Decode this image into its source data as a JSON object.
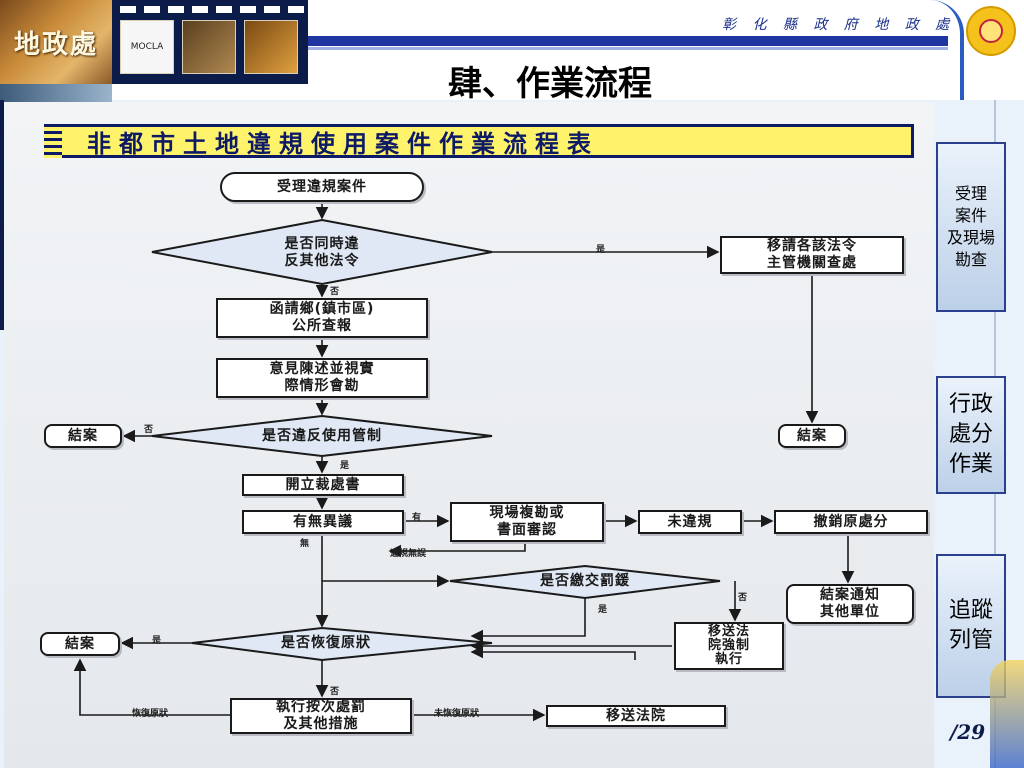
{
  "header": {
    "org_name": "彰 化 縣 政 府 地 政 處",
    "logo_text": "地政處",
    "slide_title": "肆、作業流程",
    "film_frames": [
      "MOCLA",
      "",
      ""
    ]
  },
  "diagram": {
    "banner": "非都市土地違規使用案件作業流程表",
    "nodes": {
      "n_receive": "受理違規案件",
      "n_other_law": "是否同時違\n反其他法令",
      "n_transfer": "移請各該法令\n主管機關查處",
      "n_letter": "函請鄉(鎮市區)\n公所查報",
      "n_opinion": "意見陳述並視實\n際情形會勘",
      "n_violate": "是否違反使用管制",
      "n_close1": "結案",
      "n_close2": "結案",
      "n_penalty_doc": "開立裁處書",
      "n_objection": "有無異議",
      "n_review": "現場複勘或\n書面審認",
      "n_not_violation": "未違規",
      "n_revoke": "撤銷原處分",
      "n_notify": "結案通知\n其他單位",
      "n_fine_paid": "是否繳交罰鍰",
      "n_court_enforce": "移送法\n院強制\n執行",
      "n_restored": "是否恢復原狀",
      "n_close3": "結案",
      "n_repeat": "執行按次處罰\n及其他措施",
      "n_court": "移送法院"
    },
    "edge_labels": {
      "yes_transfer": "是",
      "no_letter": "否",
      "no_close": "否",
      "yes_penalty": "是",
      "has": "有",
      "none": "無",
      "violation_confirmed": "違規無誤",
      "fine_no": "否",
      "fine_yes": "是",
      "restored_yes": "是",
      "restored_no": "否",
      "restored_label": "恢復原狀",
      "not_restored_label": "未恢復原狀"
    }
  },
  "stages": [
    {
      "label": "受理\n案件\n及現場\n勘查"
    },
    {
      "label": "行政\n處分\n作業"
    },
    {
      "label": "追蹤\n列管"
    }
  ],
  "page_number": "/29"
}
